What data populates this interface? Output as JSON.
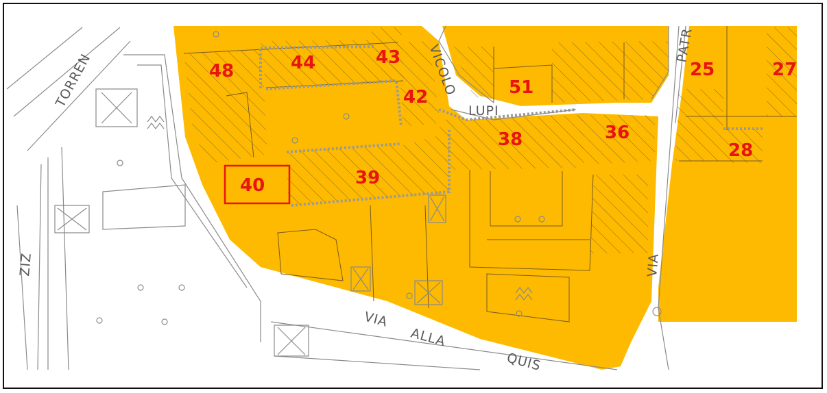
{
  "map": {
    "colors": {
      "zone_fill": "#FDBA00",
      "label_color": "#E8140F",
      "highlight_border": "#E8140F",
      "line_color": "#8A8A8A"
    },
    "parcels": [
      {
        "id": "48",
        "label": "48"
      },
      {
        "id": "44",
        "label": "44"
      },
      {
        "id": "43",
        "label": "43"
      },
      {
        "id": "42",
        "label": "42"
      },
      {
        "id": "51",
        "label": "51"
      },
      {
        "id": "25",
        "label": "25"
      },
      {
        "id": "27",
        "label": "27"
      },
      {
        "id": "38",
        "label": "38"
      },
      {
        "id": "36",
        "label": "36"
      },
      {
        "id": "28",
        "label": "28"
      },
      {
        "id": "39",
        "label": "39"
      },
      {
        "id": "40",
        "label": "40",
        "highlighted": true
      }
    ],
    "streets": {
      "torrente": "TORREN",
      "vicolo": "VICOLO",
      "lupi": "LUPI",
      "via_right": "VIA",
      "patr": "PATR",
      "via_bottom": "VIA",
      "alla": "ALLA",
      "quis": "QUIS",
      "left_edge": "ZIZ"
    }
  }
}
